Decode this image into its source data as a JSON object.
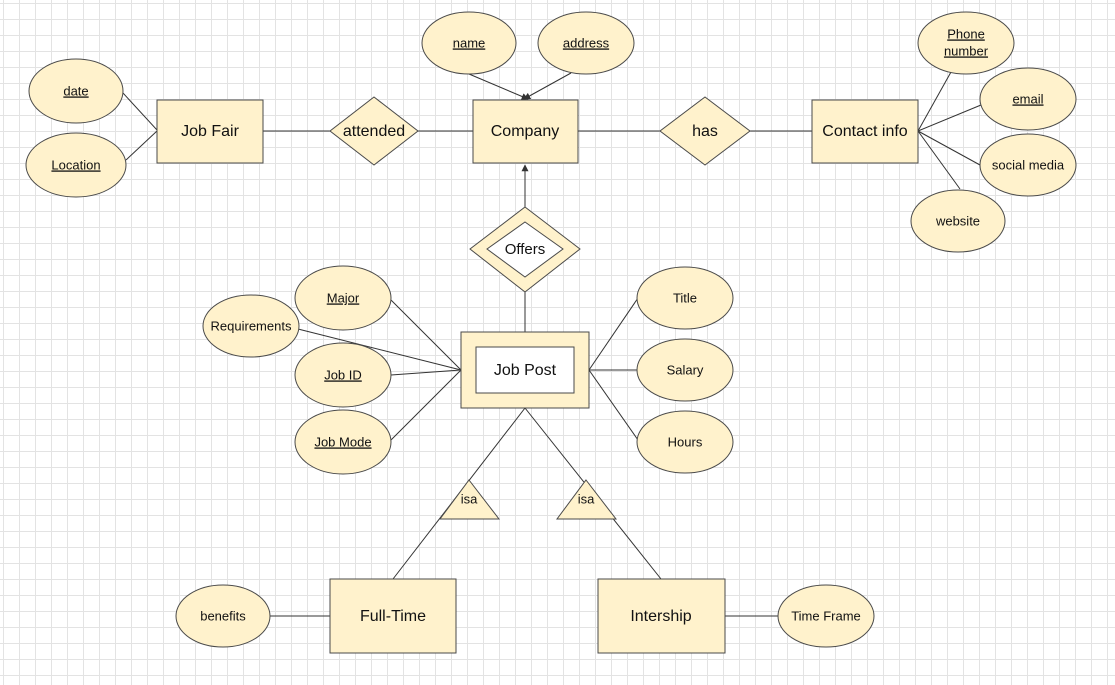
{
  "colors": {
    "fill": "#fff2cc",
    "stroke": "#4a4a4a",
    "grid": "#e3e3e3"
  },
  "entities": {
    "job_fair": "Job Fair",
    "company": "Company",
    "contact_info": "Contact info",
    "job_post": "Job Post",
    "full_time": "Full-Time",
    "internship": "Intership"
  },
  "relationships": {
    "attended": "attended",
    "has": "has",
    "offers": "Offers"
  },
  "isa": {
    "left": "isa",
    "right": "isa"
  },
  "attributes": {
    "date": "date",
    "location": "Location",
    "name": "name",
    "address": "address",
    "phone_line1": "Phone",
    "phone_line2": "number",
    "email": "email",
    "social_media": "social media",
    "website": "website",
    "major": "Major",
    "requirements": "Requirements",
    "job_id": "Job ID",
    "job_mode": "Job Mode",
    "title": "Title",
    "salary": "Salary",
    "hours": "Hours",
    "benefits": "benefits",
    "time_frame": "Time Frame"
  }
}
